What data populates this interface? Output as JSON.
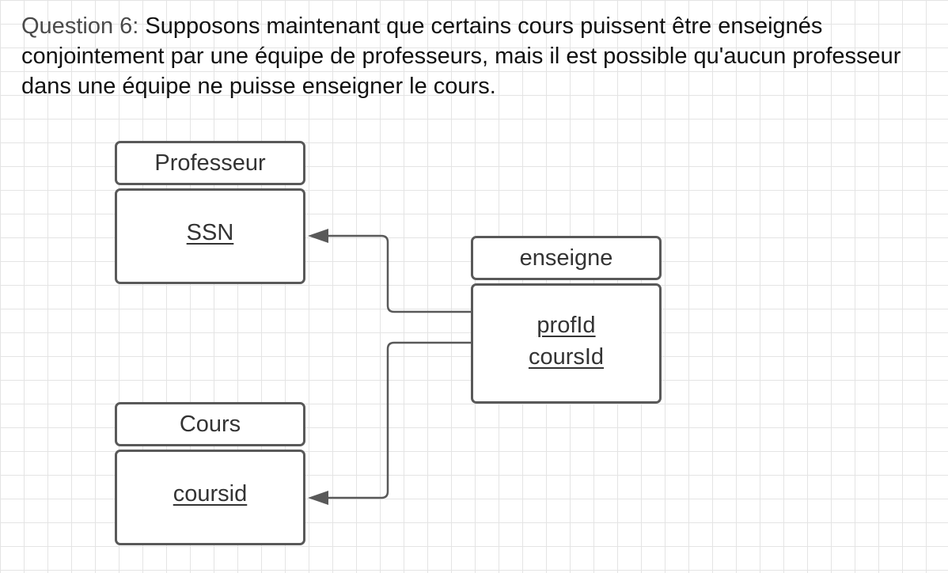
{
  "question": {
    "label": "Question 6:",
    "text": " Supposons maintenant que certains cours puissent être enseignés conjointement par une équipe de professeurs, mais il est possible qu'aucun professeur dans une équipe ne puisse enseigner le cours."
  },
  "entities": {
    "professeur": {
      "title": "Professeur",
      "attributes": [
        "SSN"
      ]
    },
    "cours": {
      "title": "Cours",
      "attributes": [
        "coursid"
      ]
    },
    "enseigne": {
      "title": "enseigne",
      "attributes": [
        "profId",
        "coursId"
      ]
    }
  },
  "relationships": [
    {
      "from": "enseigne",
      "to": "Professeur",
      "arrow": "to"
    },
    {
      "from": "enseigne",
      "to": "Cours",
      "arrow": "to"
    }
  ],
  "colors": {
    "border": "#595959",
    "connector": "#595959",
    "grid": "#e4e4e4",
    "text": "#333333"
  }
}
